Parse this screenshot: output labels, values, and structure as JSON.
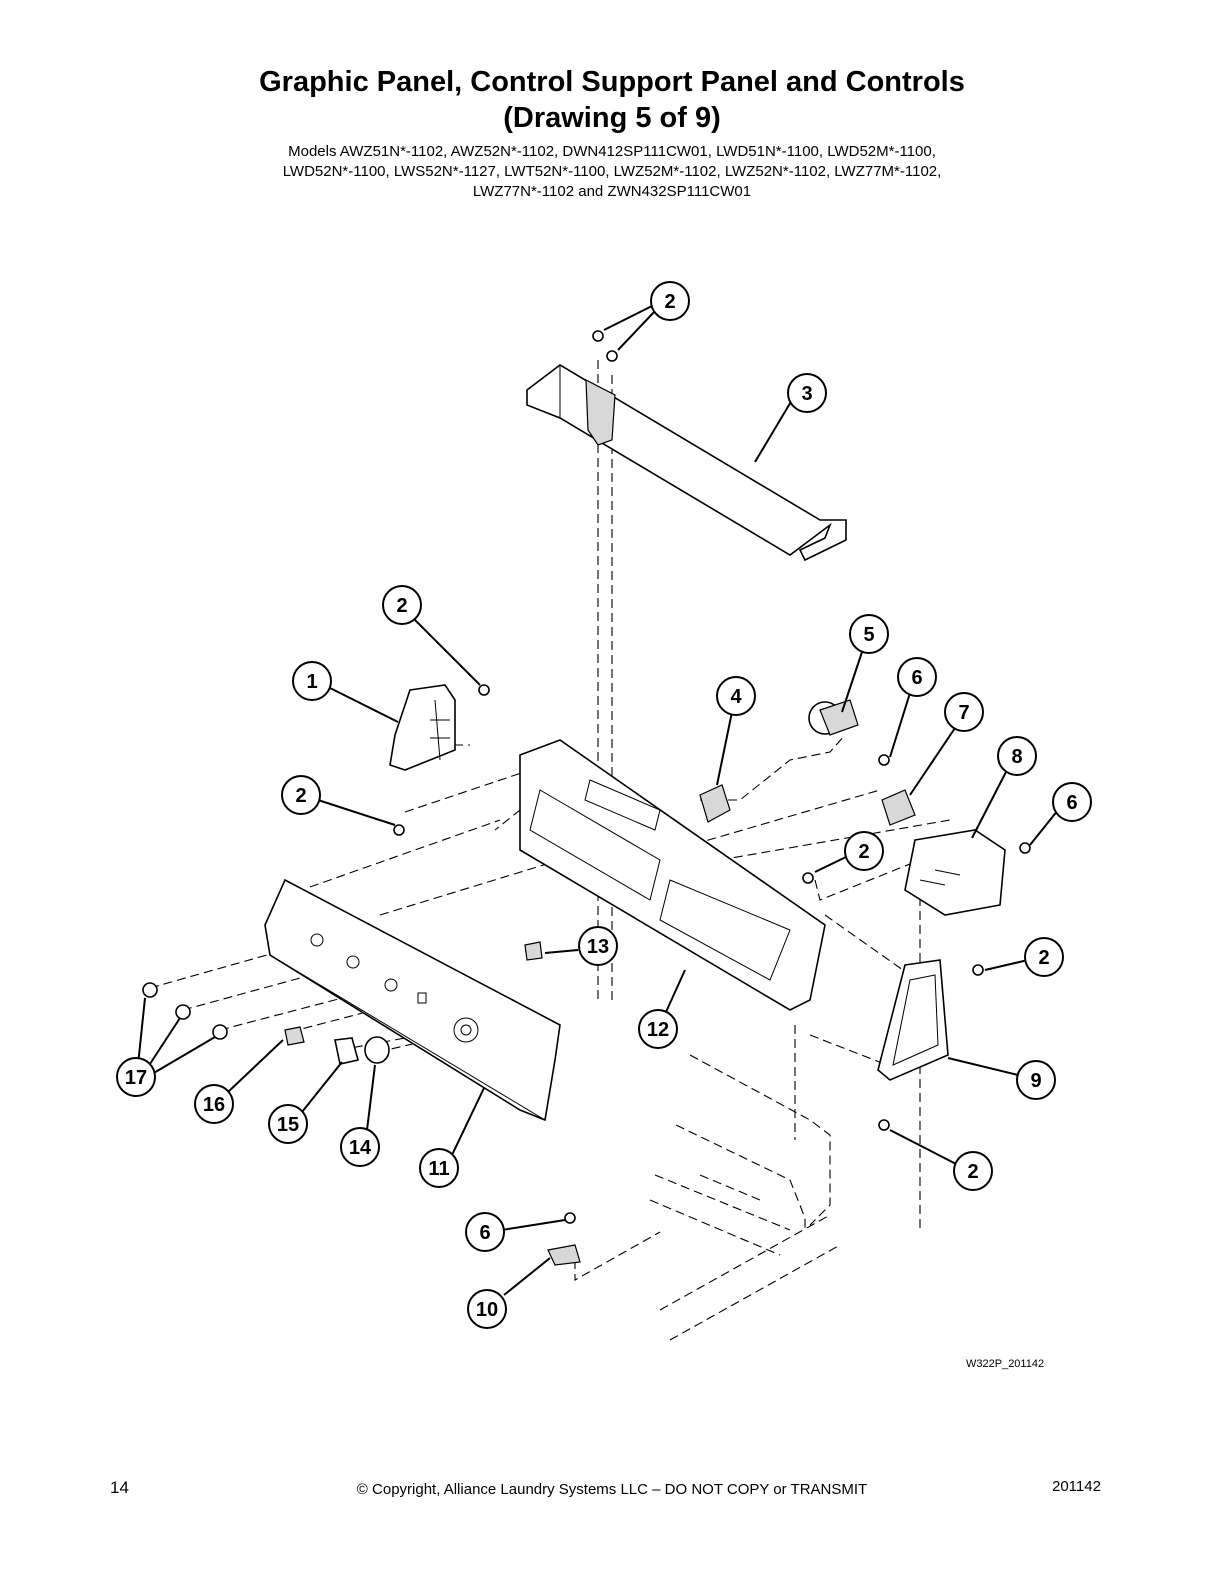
{
  "header": {
    "title_line1": "Graphic Panel, Control Support Panel and Controls",
    "title_line2": "(Drawing 5 of 9)",
    "models_line1": "Models AWZ51N*-1102, AWZ52N*-1102, DWN412SP111CW01, LWD51N*-1100, LWD52M*-1100,",
    "models_line2": "LWD52N*-1100, LWS52N*-1127, LWT52N*-1100, LWZ52M*-1102, LWZ52N*-1102, LWZ77M*-1102,",
    "models_line3": "LWZ77N*-1102 and ZWN432SP111CW01"
  },
  "callouts": [
    "2",
    "3",
    "2",
    "1",
    "2",
    "4",
    "5",
    "6",
    "7",
    "8",
    "6",
    "2",
    "2",
    "13",
    "12",
    "9",
    "2",
    "17",
    "16",
    "15",
    "14",
    "11",
    "6",
    "10"
  ],
  "drawing_id": "W322P_201142",
  "footer": {
    "page_number": "14",
    "copyright": "© Copyright, Alliance Laundry Systems LLC – DO NOT COPY or TRANSMIT",
    "doc_code": "201142"
  }
}
